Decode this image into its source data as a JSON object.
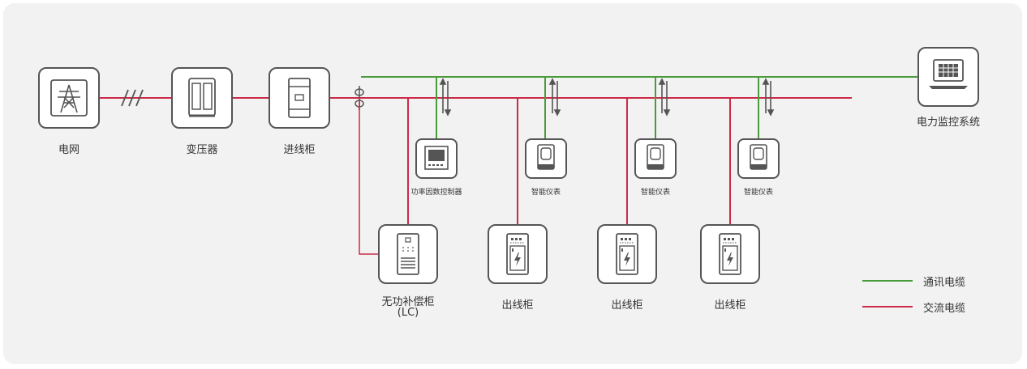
{
  "colors": {
    "comm_cable": "#4a9c3a",
    "ac_cable": "#cc2a47",
    "icon_stroke": "#555555",
    "text": "#333333",
    "panel_bg": "#f2f2f2"
  },
  "nodes": {
    "grid": {
      "label": "电网",
      "icon": "power-tower-icon"
    },
    "transformer": {
      "label": "变压器",
      "icon": "transformer-icon"
    },
    "incoming_cabinet": {
      "label": "进线柜",
      "icon": "cabinet-icon"
    },
    "monitoring_system": {
      "label": "电力监控系统",
      "icon": "laptop-icon"
    },
    "pf_controller": {
      "label": "功率因数控制器",
      "icon": "controller-screen-icon"
    },
    "smart_meter_1": {
      "label": "智能仪表",
      "icon": "meter-icon"
    },
    "smart_meter_2": {
      "label": "智能仪表",
      "icon": "meter-icon"
    },
    "smart_meter_3": {
      "label": "智能仪表",
      "icon": "meter-icon"
    },
    "reactive_comp": {
      "label_line1": "无功补偿柜",
      "label_line2": "(LC)",
      "icon": "compensation-cabinet-icon"
    },
    "outgoing_1": {
      "label": "出线柜",
      "icon": "outgoing-cabinet-icon"
    },
    "outgoing_2": {
      "label": "出线柜",
      "icon": "outgoing-cabinet-icon"
    },
    "outgoing_3": {
      "label": "出线柜",
      "icon": "outgoing-cabinet-icon"
    }
  },
  "legend": {
    "comm": "通讯电缆",
    "ac": "交流电缆"
  }
}
